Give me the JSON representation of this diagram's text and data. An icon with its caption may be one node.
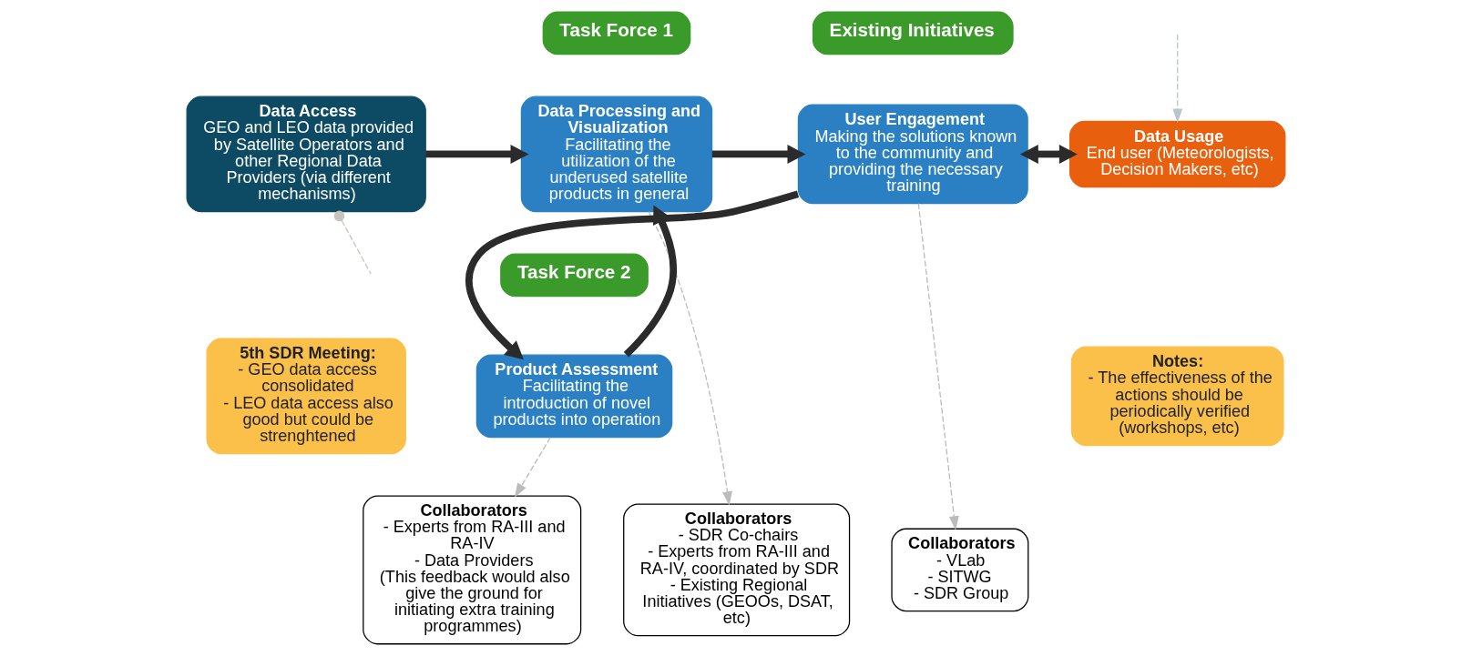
{
  "diagram": {
    "nodes": [
      {
        "text": [
          "Data Access",
          "GEO and LEO data provided by Satellite Operators and other Regional Data Providers (via different mechanisms)"
        ]
      },
      {
        "text": [
          "5th SDR Meeting:",
          "- GEO data access consolidated",
          "- LEO data access also good but could be strenghtened"
        ]
      },
      {
        "text": [
          "Task Force 1"
        ]
      },
      {
        "text": [
          "Data Processing and Visualization",
          "Facilitating the utilization of the underused satellite products in general"
        ]
      },
      {
        "text": [
          "Task Force 2"
        ]
      },
      {
        "text": [
          "Product Assessment",
          "Facilitating the introduction of novel products into operation"
        ]
      },
      {
        "text": [
          "Existing Initiatives"
        ]
      },
      {
        "text": [
          "User Engagement",
          "Making the solutions known to the community and providing the necessary training"
        ]
      },
      {
        "text": [
          "Data Usage",
          "End user (Meteorologists, Decision Makers, etc)"
        ]
      },
      {
        "text": [
          "Notes:",
          "- The effectiveness of the actions should be periodically verified (workshops, etc)"
        ]
      },
      {
        "text": [
          "Collaborators",
          "- SDR Co-chairs",
          "- Experts from RA-III and RA-IV, coordinated by SDR",
          "- Existing Regional Initiatives (GEOOs, DSAT, etc)"
        ]
      },
      {
        "text": [
          "Collaborators",
          "- Experts from RA-III and RA-IV",
          "- Data Providers",
          "(This feedback would also give the ground for initiating extra training programmes)"
        ]
      },
      {
        "text": [
          "Collaborators",
          "- VLab",
          "- SITWG",
          "- SDR Group"
        ]
      }
    ],
    "edges": [
      {
        "from": 0,
        "to": null,
        "arrow": "other",
        "style": "dashed",
        "color": "#c8c4bc"
      },
      {
        "from": null,
        "to": 8,
        "arrow": "to",
        "style": "dashed",
        "color": "#b4c8c8"
      },
      {
        "from": 0,
        "to": 3,
        "arrow": "to",
        "style": "thick",
        "color": "#2b2b2b"
      },
      {
        "from": 3,
        "to": 7,
        "arrow": "to",
        "style": "thick",
        "color": "#2b2b2b"
      },
      {
        "from": 7,
        "to": 8,
        "arrow": "both",
        "style": "thick",
        "color": "#2b2b2b"
      },
      {
        "from": 7,
        "to": 5,
        "arrow": "to",
        "style": "thick",
        "color": "#2b2b2b"
      },
      {
        "from": 5,
        "to": 3,
        "arrow": "to",
        "style": "thick",
        "color": "#2b2b2b"
      },
      {
        "from": 3,
        "to": 10,
        "arrow": "to",
        "style": "dashed",
        "color": "#bbbbbb"
      },
      {
        "from": 5,
        "to": 11,
        "arrow": "to",
        "style": "dashed",
        "color": "#bbbbbb"
      },
      {
        "from": 7,
        "to": 12,
        "arrow": "to",
        "style": "dashed",
        "color": "#bbbbbb"
      }
    ]
  }
}
